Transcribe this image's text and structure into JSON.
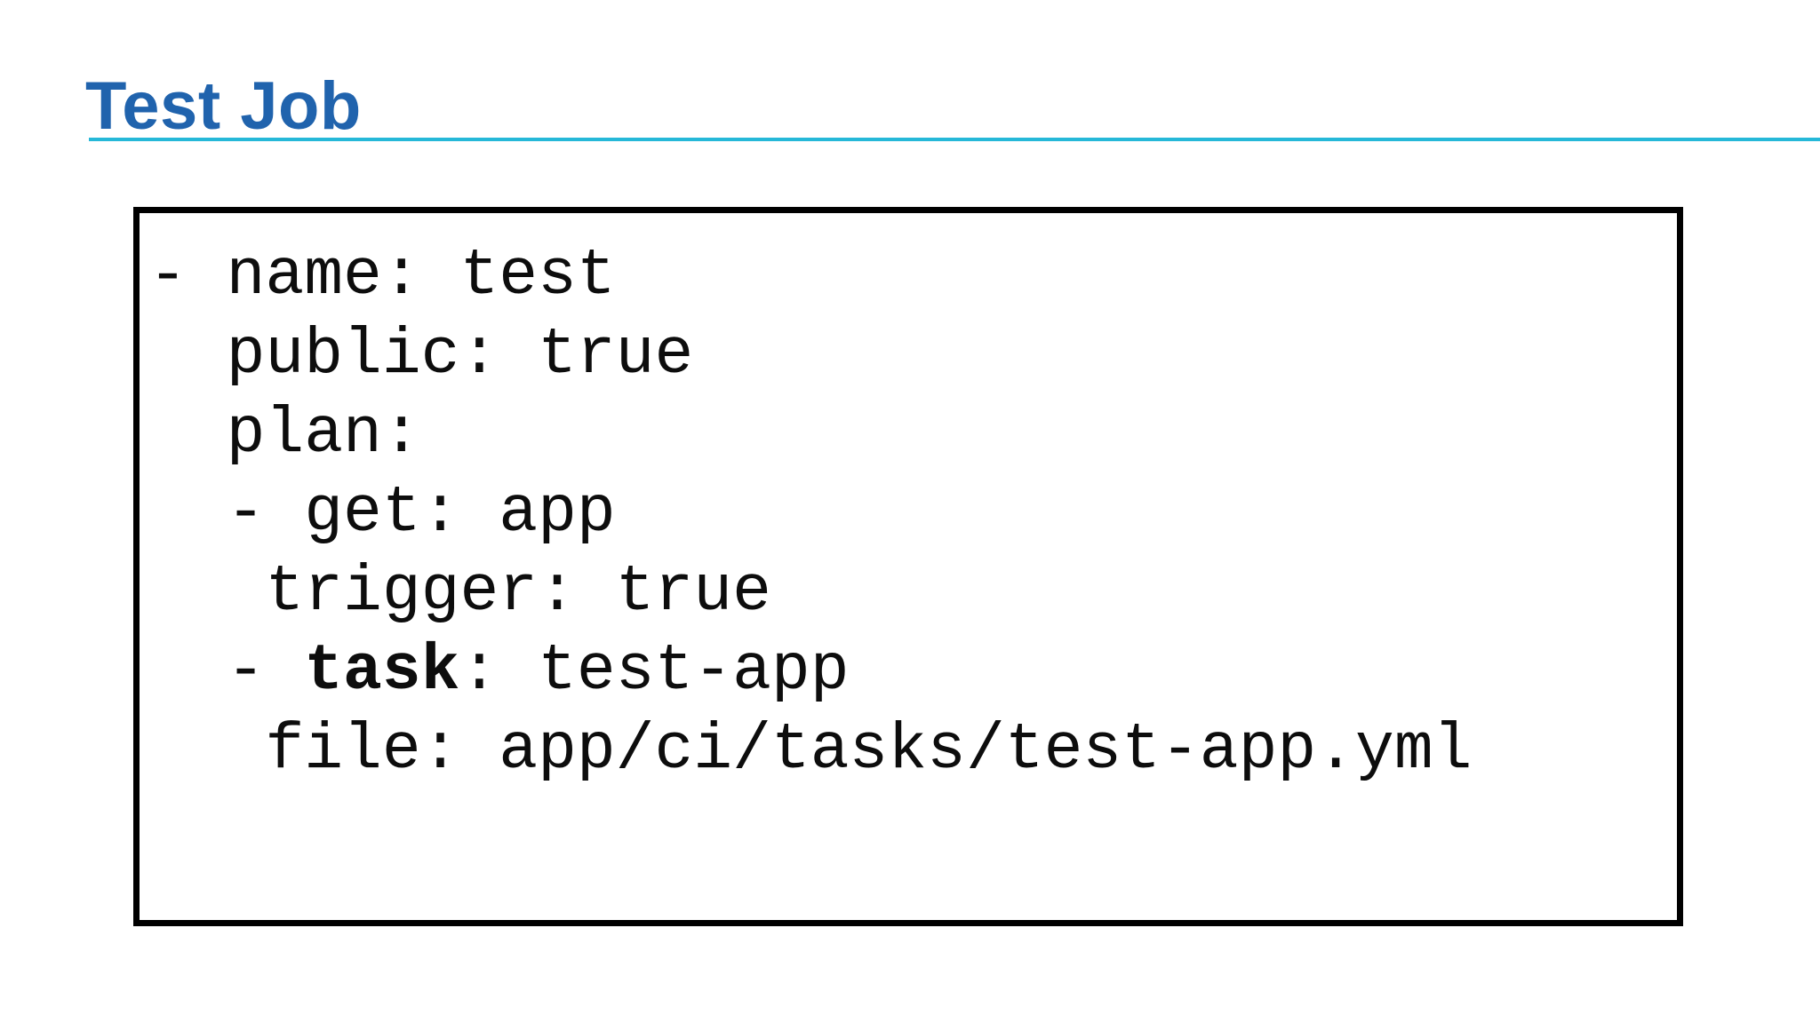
{
  "slide": {
    "title": "Test Job",
    "colors": {
      "title_text": "#2063ad",
      "title_rule": "#26b8d8",
      "code_text": "#0d0d0d",
      "box_border": "#000000",
      "background": "#ffffff"
    },
    "code_block": {
      "language": "yaml",
      "lines": [
        {
          "segments": [
            {
              "text": "- name: test",
              "bold": false
            }
          ]
        },
        {
          "segments": [
            {
              "text": "  public: true",
              "bold": false
            }
          ]
        },
        {
          "segments": [
            {
              "text": "  plan:",
              "bold": false
            }
          ]
        },
        {
          "segments": [
            {
              "text": "  - get: app",
              "bold": false
            }
          ]
        },
        {
          "segments": [
            {
              "text": "   trigger: true",
              "bold": false
            }
          ]
        },
        {
          "segments": [
            {
              "text": "  - ",
              "bold": false
            },
            {
              "text": "task",
              "bold": true
            },
            {
              "text": ": test-app",
              "bold": false
            }
          ]
        },
        {
          "segments": [
            {
              "text": "   file: app/ci/tasks/test-app.yml",
              "bold": false
            }
          ]
        }
      ]
    }
  }
}
